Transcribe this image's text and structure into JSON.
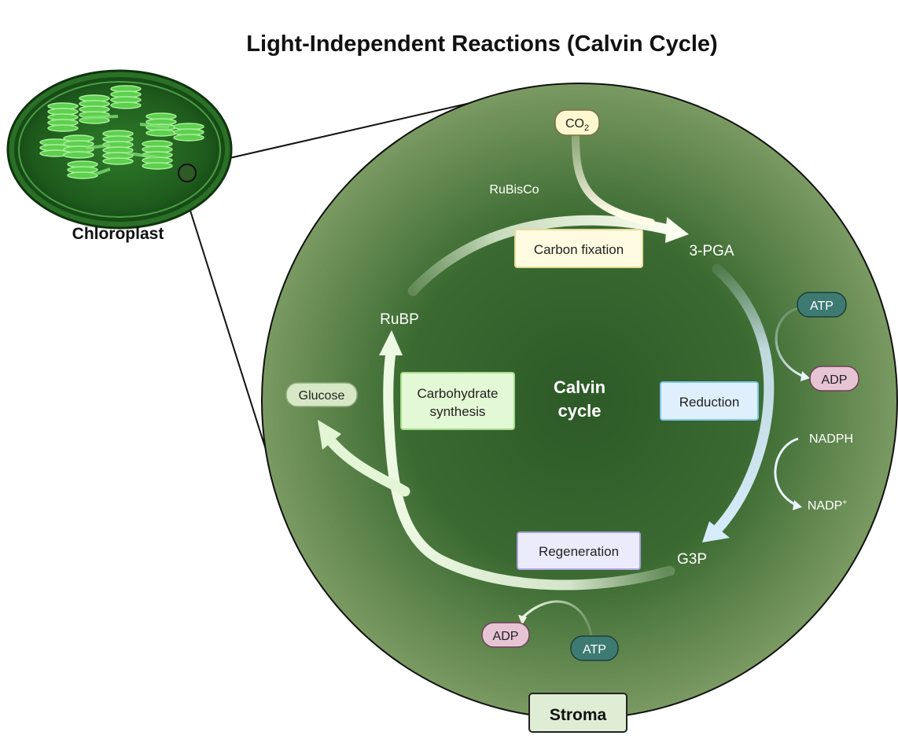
{
  "title": "Light-Independent Reactions (Calvin Cycle)",
  "chloroplast_label": "Chloroplast",
  "stroma_label": "Stroma",
  "center": {
    "line1": "Calvin",
    "line2": "cycle"
  },
  "molecules": {
    "co2": {
      "main": "CO",
      "sub": "2"
    },
    "rubisco": "RuBisCo",
    "pga": "3-PGA",
    "rubp": "RuBP",
    "g3p": "G3P",
    "glucose": "Glucose",
    "atp_right": "ATP",
    "adp_right": "ADP",
    "nadph": "NADPH",
    "nadp": {
      "main": "NADP",
      "sup": "+"
    },
    "adp_bottom": "ADP",
    "atp_bottom": "ATP"
  },
  "phases": {
    "fixation": "Carbon fixation",
    "reduction": "Reduction",
    "regeneration": "Regeneration",
    "synthesis_line1": "Carbohydrate",
    "synthesis_line2": "synthesis"
  },
  "colors": {
    "stroma_edge": "#7a9a62",
    "stroma_center": "#2d5a27",
    "fixation_box": "#fffbe0",
    "reduction_box": "#dff0fc",
    "regeneration_box": "#ecebfb",
    "synthesis_box": "#e3f8d4",
    "atp": "#3d7a72",
    "adp": "#e6c4d4",
    "glucose": "#d6e8c6",
    "stroma_label_box": "#dfedd4"
  }
}
